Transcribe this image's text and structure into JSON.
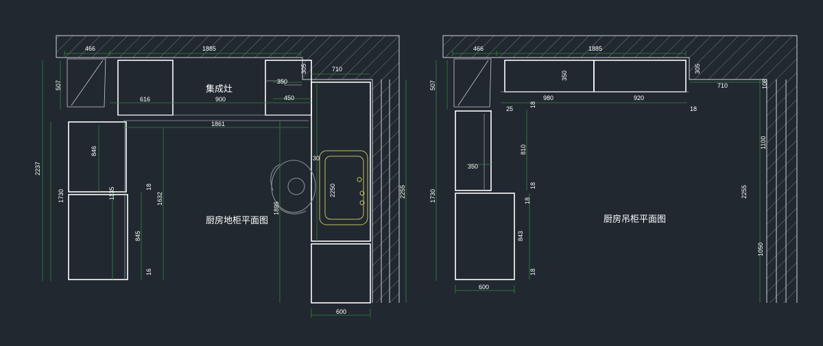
{
  "left_plan": {
    "title": "厨房地柜平面图",
    "stove_label": "集成灶",
    "dims": {
      "d466": "466",
      "d1885": "1885",
      "d710": "710",
      "d507": "507",
      "d350": "350",
      "d305": "305",
      "d616": "616",
      "d900": "900",
      "d450": "450",
      "d1861": "1861",
      "d2237": "2237",
      "d846": "846",
      "d1730": "1730",
      "d1135": "1135",
      "d18a": "18",
      "d1632": "1632",
      "d845": "845",
      "d16": "16",
      "d1895": "1895",
      "d30": "30",
      "d2250": "2250",
      "d2255": "2255",
      "d600": "600"
    }
  },
  "right_plan": {
    "title": "厨房吊柜平面图",
    "dims": {
      "d466": "466",
      "d1885": "1885",
      "d507": "507",
      "d350a": "350",
      "d305": "305",
      "d980": "980",
      "d920": "920",
      "d25": "25",
      "d18a": "18",
      "d18b": "18",
      "d710": "710",
      "d108": "108",
      "d810": "810",
      "d350b": "350",
      "d18c": "18",
      "d18d": "18",
      "d1730": "1730",
      "d843": "843",
      "d18e": "18",
      "d1100": "1100",
      "d2255": "2255",
      "d1050": "1050",
      "d600": "600"
    }
  },
  "colors": {
    "background": "#212830",
    "cabinet": "#ffffff",
    "dimension": "#2e8a3a",
    "sink": "#c8c060"
  }
}
